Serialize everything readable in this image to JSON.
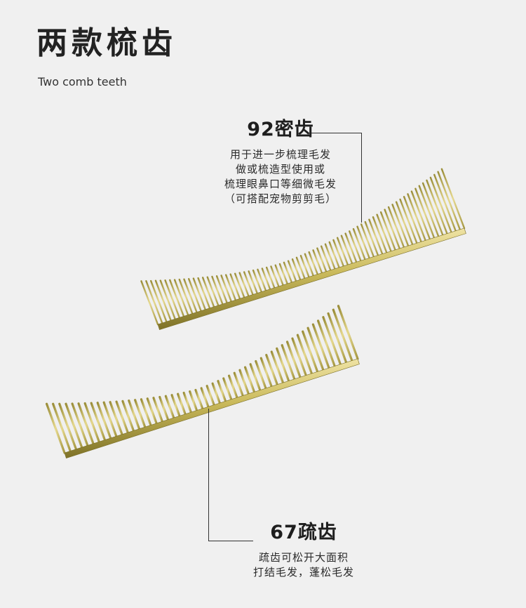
{
  "header": {
    "title": "两款梳齿",
    "subtitle": "Two comb teeth"
  },
  "combs": [
    {
      "id": "fine",
      "title": "92密齿",
      "description": [
        "用于进一步梳理毛发",
        "做或梳造型使用或",
        "梳理眼鼻口等细微毛发",
        "（可搭配宠物剪剪毛）"
      ],
      "tooth_count": 92
    },
    {
      "id": "coarse",
      "title": "67疏齿",
      "description": [
        "疏齿可松开大面积",
        "打结毛发，蓬松毛发"
      ],
      "tooth_count": 67
    }
  ],
  "colors": {
    "background": "#f0f0f0",
    "comb_gold": "#c9b95a",
    "comb_gold_dark": "#8f8230",
    "comb_gold_light": "#ece0a0",
    "line": "#333333"
  }
}
